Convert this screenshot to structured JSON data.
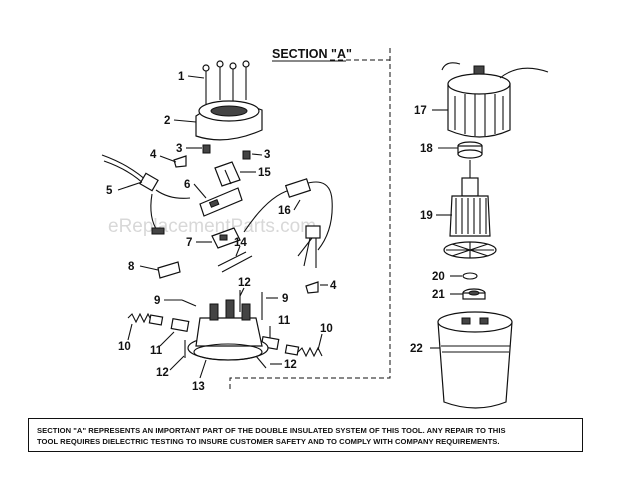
{
  "section_title": "SECTION \"A\"",
  "watermark": "eReplacementParts.com",
  "callouts": {
    "c1": "1",
    "c2": "2",
    "c3a": "3",
    "c3b": "3",
    "c4a": "4",
    "c4b": "4",
    "c5": "5",
    "c6": "6",
    "c7": "7",
    "c8": "8",
    "c9a": "9",
    "c9b": "9",
    "c10a": "10",
    "c10b": "10",
    "c11a": "11",
    "c11b": "11",
    "c12a": "12",
    "c12b": "12",
    "c12c": "12",
    "c13": "13",
    "c14": "14",
    "c15": "15",
    "c16": "16",
    "c17": "17",
    "c18": "18",
    "c19": "19",
    "c20": "20",
    "c21": "21",
    "c22": "22"
  },
  "note": {
    "line1": "SECTION \"A\" REPRESENTS AN IMPORTANT PART OF THE DOUBLE INSULATED SYSTEM OF THIS TOOL. ANY REPAIR TO THIS",
    "line2": "TOOL REQUIRES DIELECTRIC TESTING TO INSURE CUSTOMER SAFETY AND TO COMPLY WITH COMPANY REQUIREMENTS."
  }
}
